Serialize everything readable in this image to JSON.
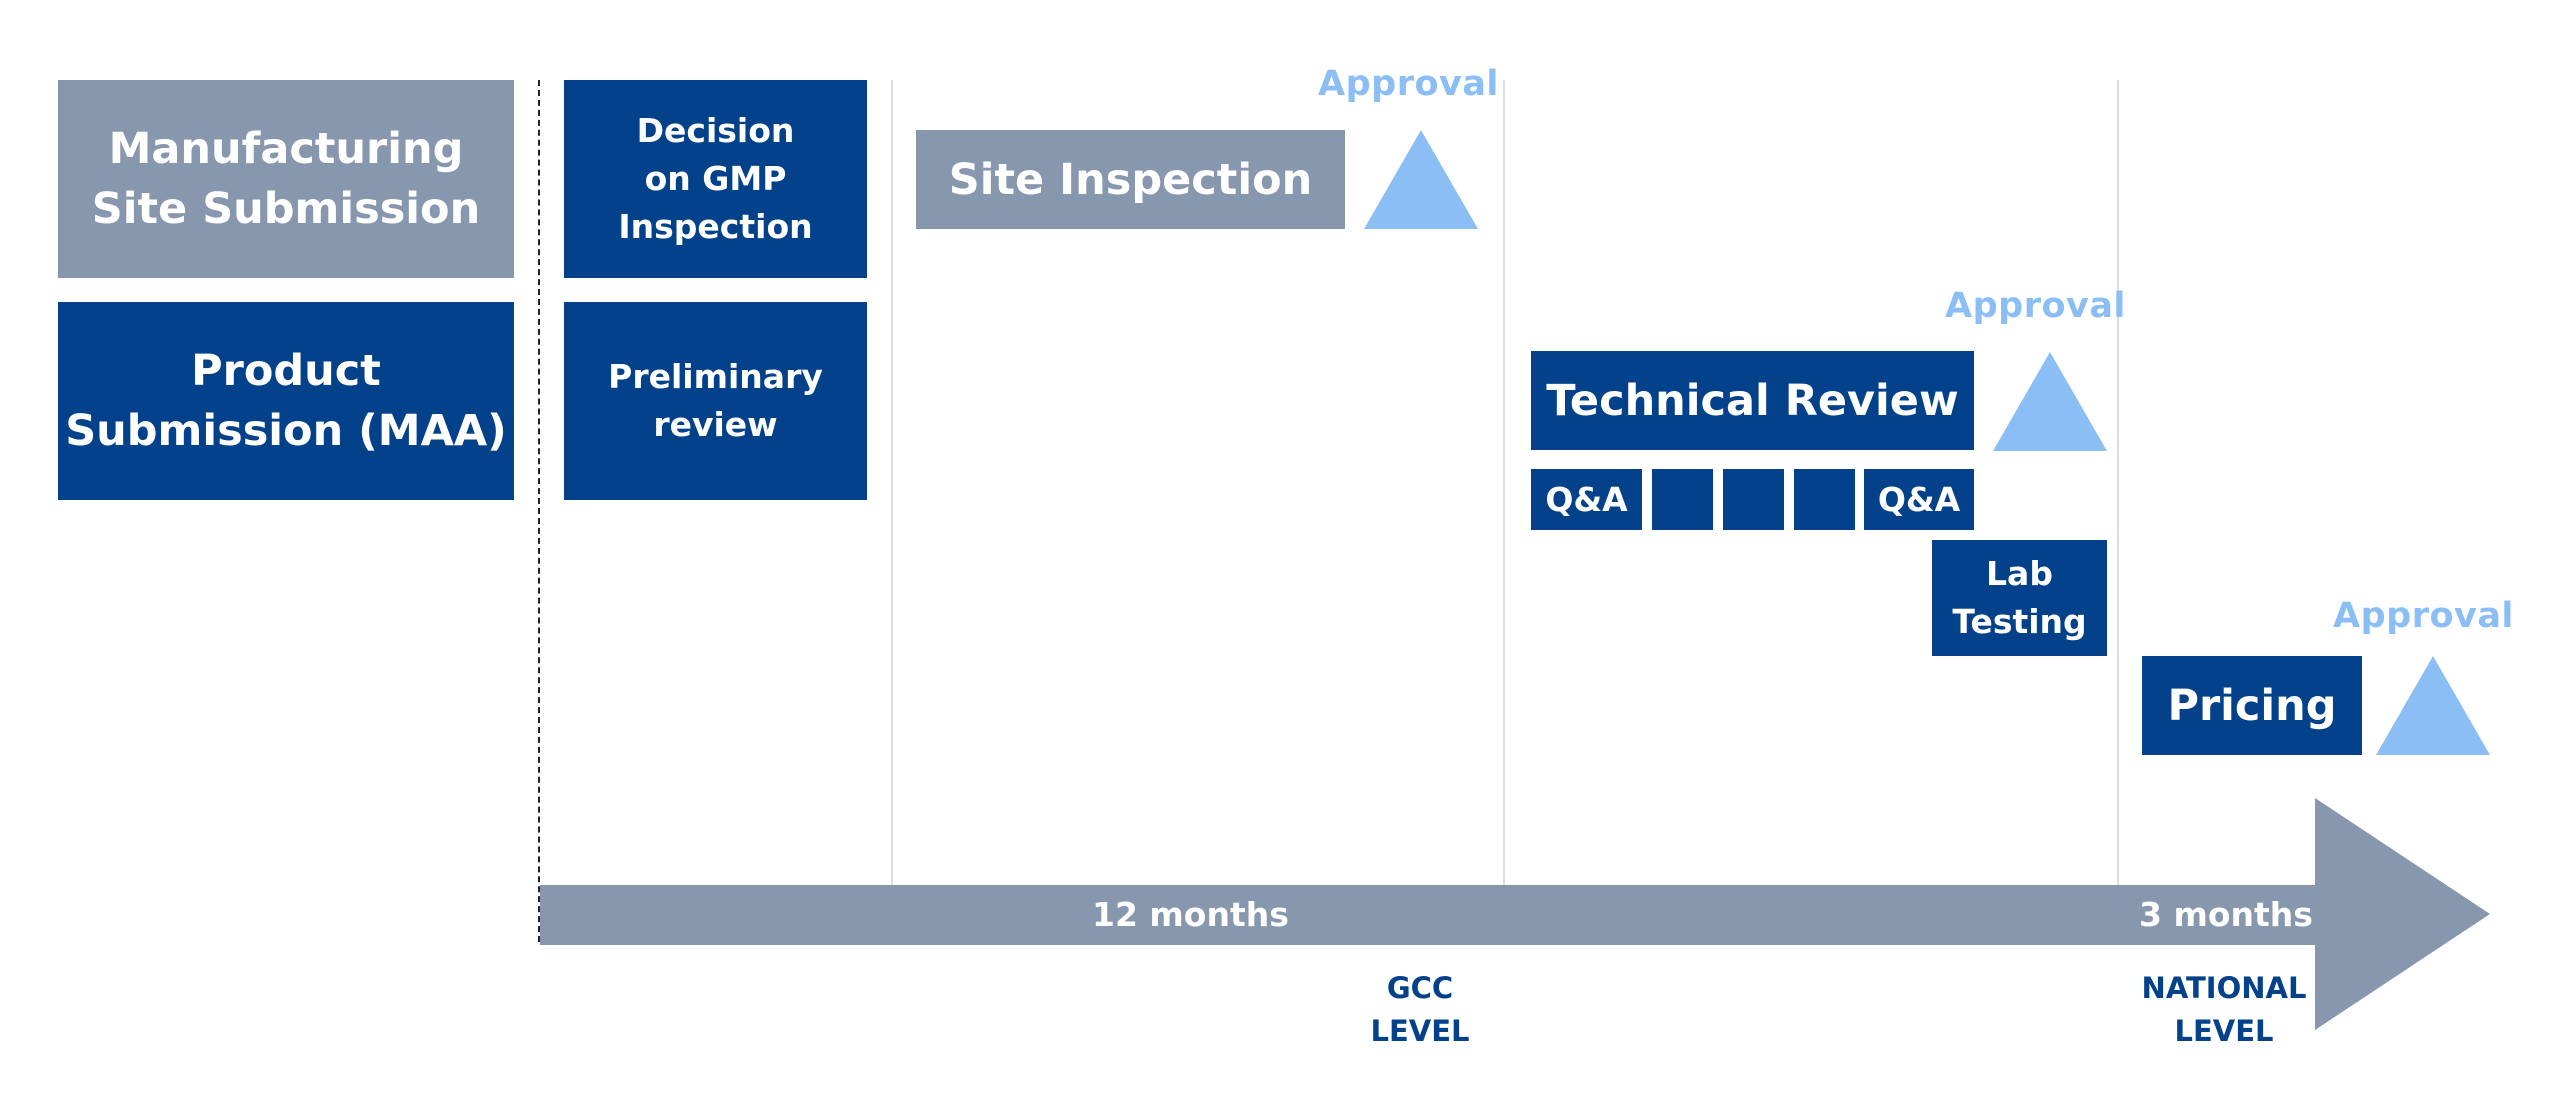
{
  "rows": {
    "manufacturing": "Manufacturing\nSite Submission",
    "product": "Product\nSubmission (MAA)"
  },
  "steps": {
    "gmp_decision": "Decision\non GMP\nInspection",
    "preliminary_review": "Preliminary\nreview",
    "site_inspection": "Site Inspection",
    "technical_review": "Technical Review",
    "qa_first": "Q&A",
    "qa_last": "Q&A",
    "lab_testing": "Lab\nTesting",
    "pricing": "Pricing"
  },
  "approvals": {
    "site": "Approval",
    "technical": "Approval",
    "pricing": "Approval"
  },
  "timeline": {
    "gcc_duration": "12 months",
    "national_duration": "3 months",
    "gcc_level": "GCC\nLEVEL",
    "national_level": "NATIONAL\nLEVEL"
  },
  "colors": {
    "navy": "#03428a",
    "gray": "#8797ae",
    "light_blue": "#8cbef6"
  },
  "icons": {
    "approval_marker": "triangle",
    "timeline": "right-arrow"
  }
}
